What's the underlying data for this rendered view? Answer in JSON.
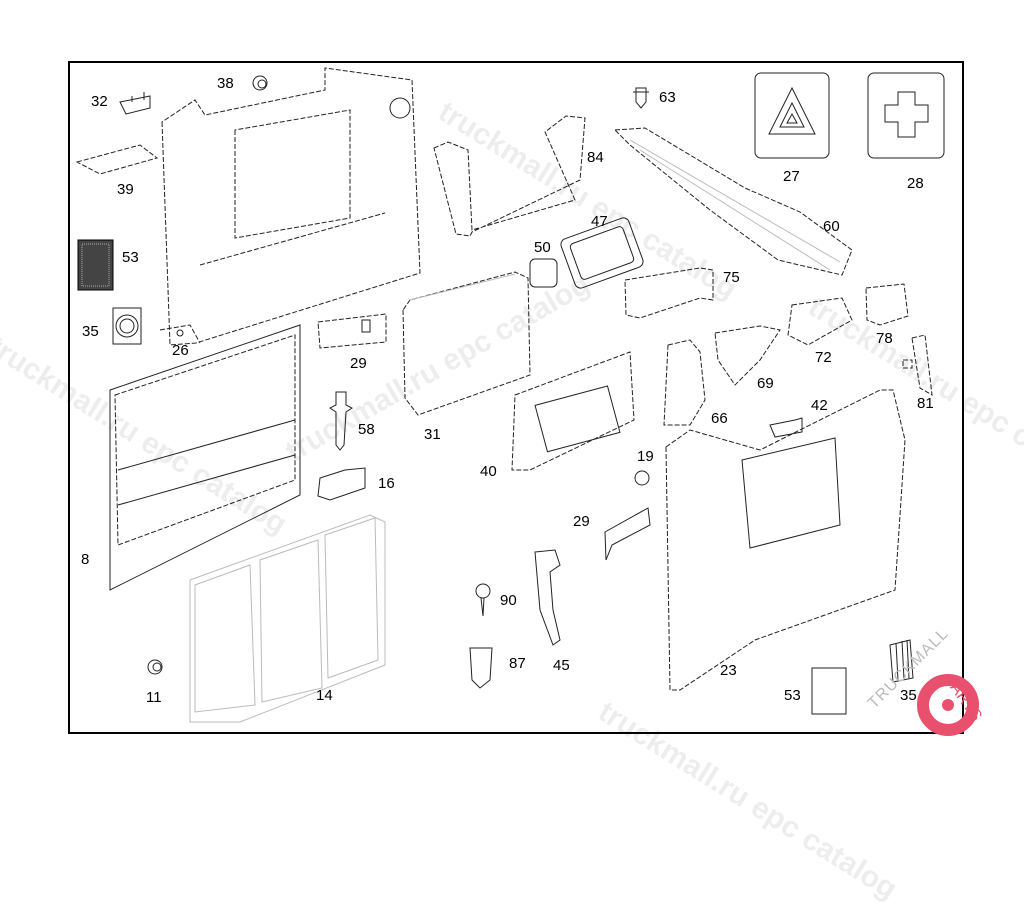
{
  "diagram": {
    "title": "Side wall and door trim panels – exploded parts view",
    "watermark_text": "truckmall.ru epc catalog",
    "logo": {
      "text": "TRUCKMALL",
      "accent_text": "PARTS",
      "accent_color": "#e8506e"
    },
    "icons": {
      "warning_triangle": "warning-triangle-icon",
      "first_aid": "first-aid-cross-icon"
    },
    "callouts": [
      {
        "id": "c38",
        "label": "38"
      },
      {
        "id": "c32",
        "label": "32"
      },
      {
        "id": "c39",
        "label": "39"
      },
      {
        "id": "c53a",
        "label": "53"
      },
      {
        "id": "c35a",
        "label": "35"
      },
      {
        "id": "c26",
        "label": "26"
      },
      {
        "id": "c29a",
        "label": "29"
      },
      {
        "id": "c84",
        "label": "84"
      },
      {
        "id": "c63",
        "label": "63"
      },
      {
        "id": "c27",
        "label": "27"
      },
      {
        "id": "c28",
        "label": "28"
      },
      {
        "id": "c60",
        "label": "60"
      },
      {
        "id": "c47",
        "label": "47"
      },
      {
        "id": "c50",
        "label": "50"
      },
      {
        "id": "c75",
        "label": "75"
      },
      {
        "id": "c78",
        "label": "78"
      },
      {
        "id": "c72",
        "label": "72"
      },
      {
        "id": "c69",
        "label": "69"
      },
      {
        "id": "c81",
        "label": "81"
      },
      {
        "id": "c42",
        "label": "42"
      },
      {
        "id": "c66",
        "label": "66"
      },
      {
        "id": "c31",
        "label": "31"
      },
      {
        "id": "c58",
        "label": "58"
      },
      {
        "id": "c16",
        "label": "16"
      },
      {
        "id": "c8",
        "label": "8"
      },
      {
        "id": "c40",
        "label": "40"
      },
      {
        "id": "c19",
        "label": "19"
      },
      {
        "id": "c29b",
        "label": "29"
      },
      {
        "id": "c90",
        "label": "90"
      },
      {
        "id": "c87",
        "label": "87"
      },
      {
        "id": "c45",
        "label": "45"
      },
      {
        "id": "c11",
        "label": "11"
      },
      {
        "id": "c14",
        "label": "14"
      },
      {
        "id": "c23",
        "label": "23"
      },
      {
        "id": "c53b",
        "label": "53"
      },
      {
        "id": "c35b",
        "label": "35"
      }
    ]
  }
}
